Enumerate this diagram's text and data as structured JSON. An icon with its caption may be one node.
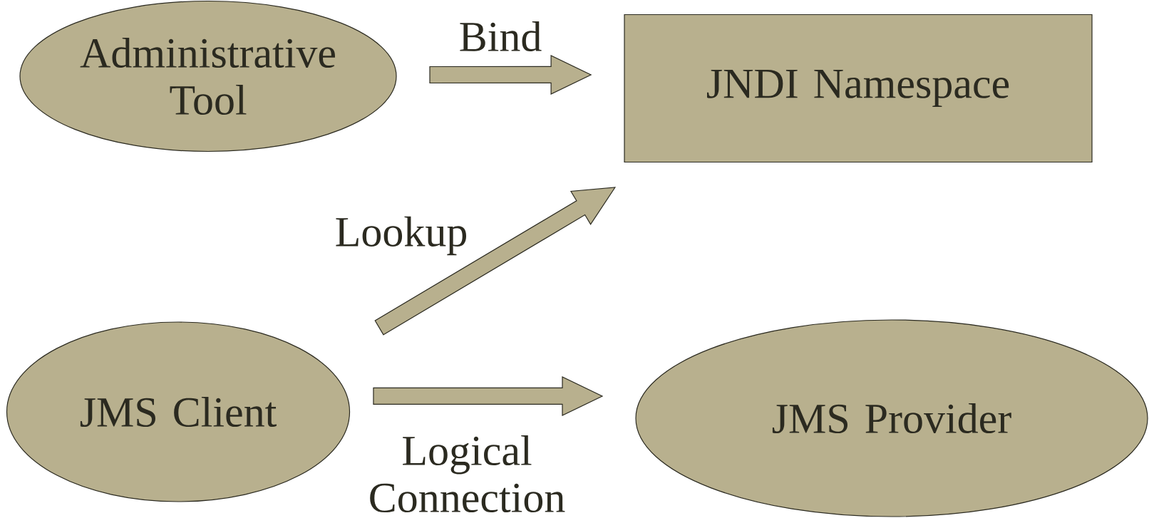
{
  "diagram": {
    "nodes": [
      {
        "text": [
          "Administrative Tool"
        ]
      },
      {
        "text": [
          "JNDI Namespace"
        ]
      },
      {
        "text": [
          "JMS Client"
        ]
      },
      {
        "text": [
          "JMS Provider"
        ]
      }
    ],
    "edges": [
      {
        "from": 0,
        "to": 1,
        "arrow": "to",
        "label": "Bind"
      },
      {
        "from": 2,
        "to": 1,
        "arrow": "to",
        "label": "Lookup"
      },
      {
        "from": 2,
        "to": 3,
        "arrow": "to",
        "label": "Logical Connection"
      }
    ]
  }
}
